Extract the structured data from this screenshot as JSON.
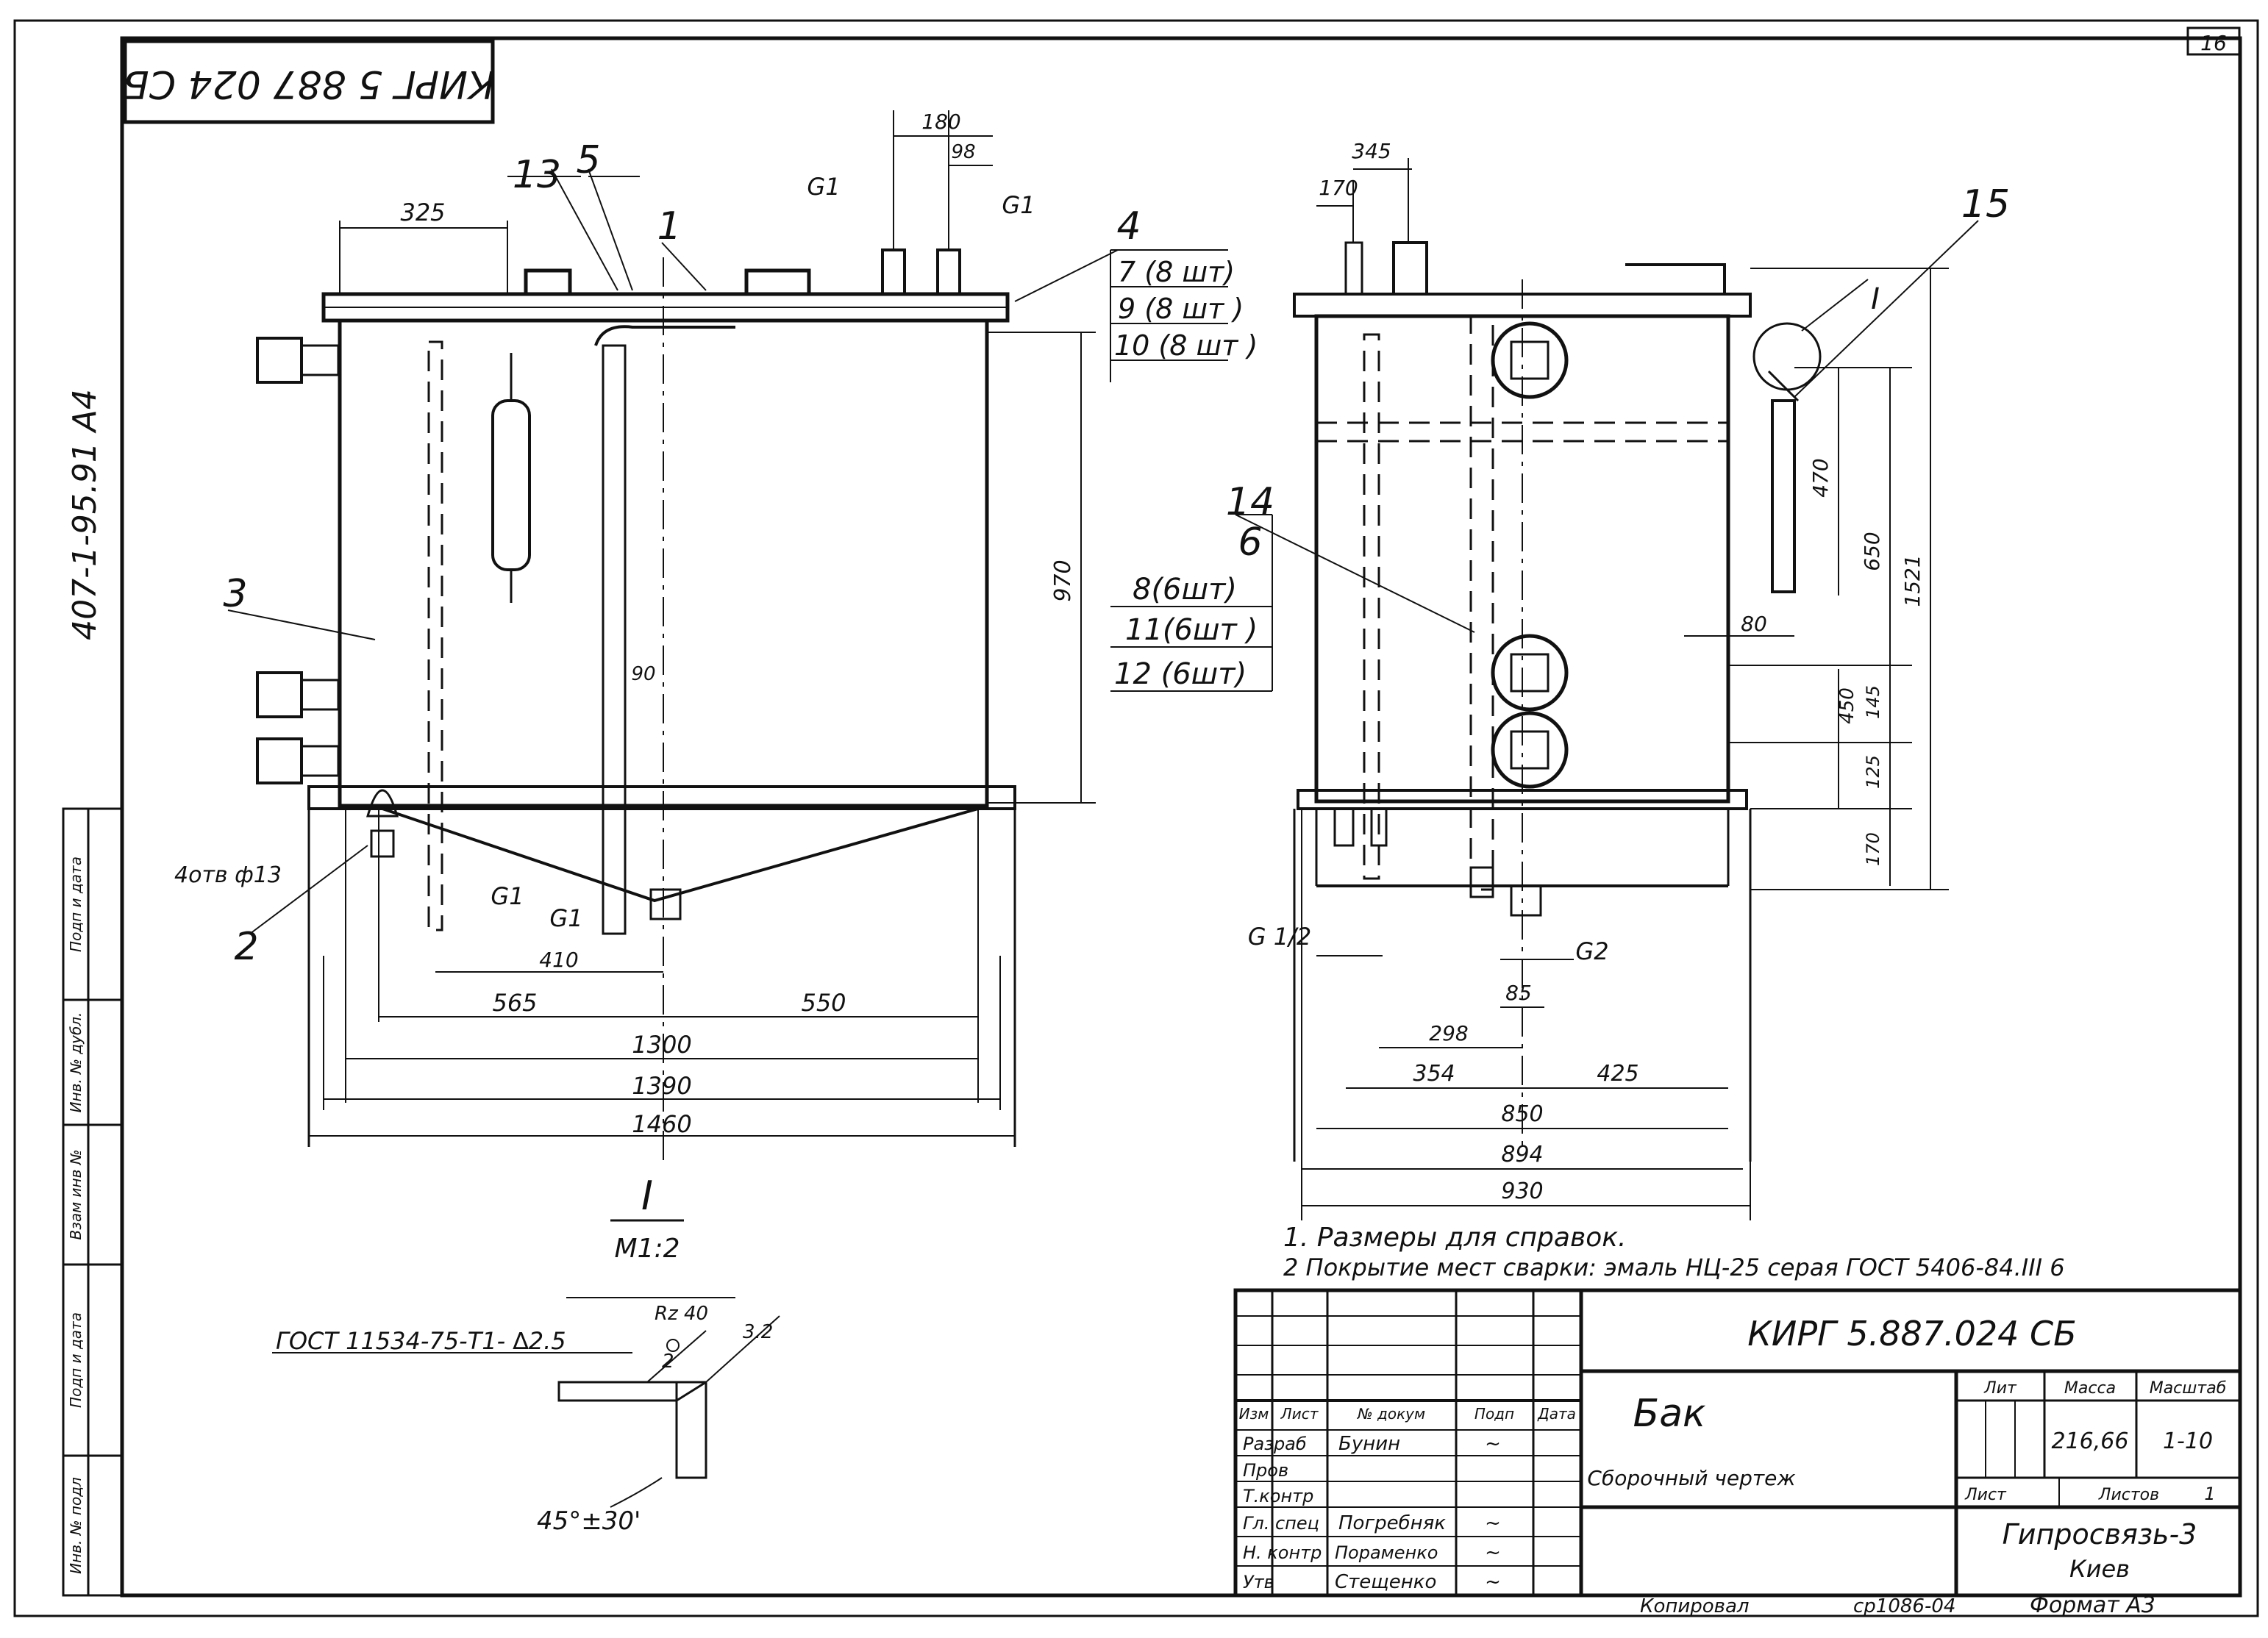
{
  "sheet_number": "16",
  "stamp_code": "КИРГ 5 887 024 СБ",
  "side_code": "407-1-95.91   А4",
  "main_view": {
    "dims": {
      "d325": "325",
      "d180": "180",
      "d98": "98",
      "d970": "970",
      "d90": "90",
      "d410": "410",
      "d565": "565",
      "d550": "550",
      "d1300": "1300",
      "d1390": "1390",
      "d1460": "1460",
      "g1_a": "G1",
      "g1_b": "G1",
      "g1_c": "G1",
      "g1_d": "G1",
      "holes": "4отв ф13"
    },
    "callouts": {
      "c13": "13",
      "c5": "5",
      "c1": "1",
      "c4": "4",
      "c3": "3",
      "c2": "2"
    },
    "parts_group_1": [
      "7 (8 шт)",
      "9 (8 шт )",
      "10 (8 шт )"
    ]
  },
  "side_view": {
    "dims": {
      "d345": "345",
      "d170": "170",
      "d470": "470",
      "d650": "650",
      "d1521": "1521",
      "d80": "80",
      "d450": "450",
      "d145": "145",
      "d125": "125",
      "d170b": "170",
      "g12": "G 1/2",
      "g2": "G2",
      "d85": "85",
      "d298": "298",
      "d354": "354",
      "d425": "425",
      "d850": "850",
      "d894": "894",
      "d930": "930"
    },
    "callouts": {
      "c15": "15",
      "c14": "14",
      "c6": "6",
      "detail": "I"
    },
    "parts_group_2": [
      "8(6шт)",
      "11(6шт )",
      "12 (6шт)"
    ]
  },
  "detail": {
    "label": "I",
    "scale": "М1:2",
    "gost_weld": "ГОСТ 11534-75-Т1- ∆2.5",
    "roughness": "Rz 40",
    "roughness2": "3.2",
    "mark2": "2",
    "angle": "45°±30'"
  },
  "notes": [
    "1.  Размеры для справок.",
    "2  Покрытие мест сварки: эмаль НЦ-25 серая ГОСТ 5406-84.III 6"
  ],
  "left_strip": [
    "Инв. № подл",
    "Подп и дата",
    "Взам инв №",
    "Инв. № дубл.",
    "Подп и дата"
  ],
  "title_block": {
    "designation": "КИРГ 5.887.024  СБ",
    "name": "Бак",
    "doc_type": "Сборочный чертеж",
    "header_cols": [
      "Изм",
      "Лист",
      "№ докум",
      "Подп",
      "Дата"
    ],
    "roles": [
      {
        "role": "Разраб",
        "name": "Бунин",
        "sign": "~"
      },
      {
        "role": "Пров",
        "name": "",
        "sign": ""
      },
      {
        "role": "Т.контр",
        "name": "",
        "sign": ""
      },
      {
        "role": "Гл. спец",
        "name": "Погребняк",
        "sign": "~"
      },
      {
        "role": "Н. контр",
        "name": "Пораменко",
        "sign": "~"
      },
      {
        "role": "Утв",
        "name": "Стещенко",
        "sign": "~"
      }
    ],
    "lit_label": "Лит",
    "mass_label": "Масса",
    "scale_label": "Масштаб",
    "mass": "216,66",
    "scale": "1-10",
    "sheet_label": "Лист",
    "sheets_label": "Листов",
    "sheets_value": "1",
    "org": "Гипросвязь-3",
    "city": "Киев",
    "copied": "Копировал",
    "format_code": "ср1086-04",
    "format": "Формат  А3"
  }
}
